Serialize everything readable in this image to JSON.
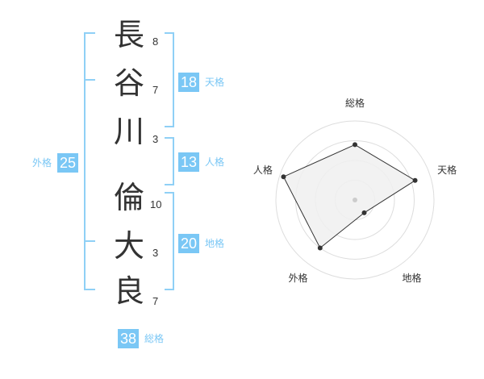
{
  "name": {
    "characters": [
      {
        "char": "長",
        "strokes": "8"
      },
      {
        "char": "谷",
        "strokes": "7"
      },
      {
        "char": "川",
        "strokes": "3"
      },
      {
        "char": "倫",
        "strokes": "10"
      },
      {
        "char": "大",
        "strokes": "3"
      },
      {
        "char": "良",
        "strokes": "7"
      }
    ]
  },
  "kaku": {
    "tenkaku": {
      "value": "18",
      "label": "天格"
    },
    "jinkaku": {
      "value": "13",
      "label": "人格"
    },
    "chikaku": {
      "value": "20",
      "label": "地格"
    },
    "gaikaku": {
      "value": "25",
      "label": "外格"
    },
    "soukaku": {
      "value": "38",
      "label": "総格"
    }
  },
  "chart_data": {
    "type": "radar",
    "axes": [
      "総格",
      "天格",
      "地格",
      "外格",
      "人格"
    ],
    "values": [
      0.7,
      0.8,
      0.2,
      0.75,
      0.95
    ],
    "range": [
      0,
      1
    ],
    "rings": 4,
    "fill_color": "#f0f0f0",
    "line_color": "#333333",
    "ring_color": "#dddddd"
  },
  "colors": {
    "accent": "#7ac7f5",
    "bracket": "#8fd0f6"
  }
}
